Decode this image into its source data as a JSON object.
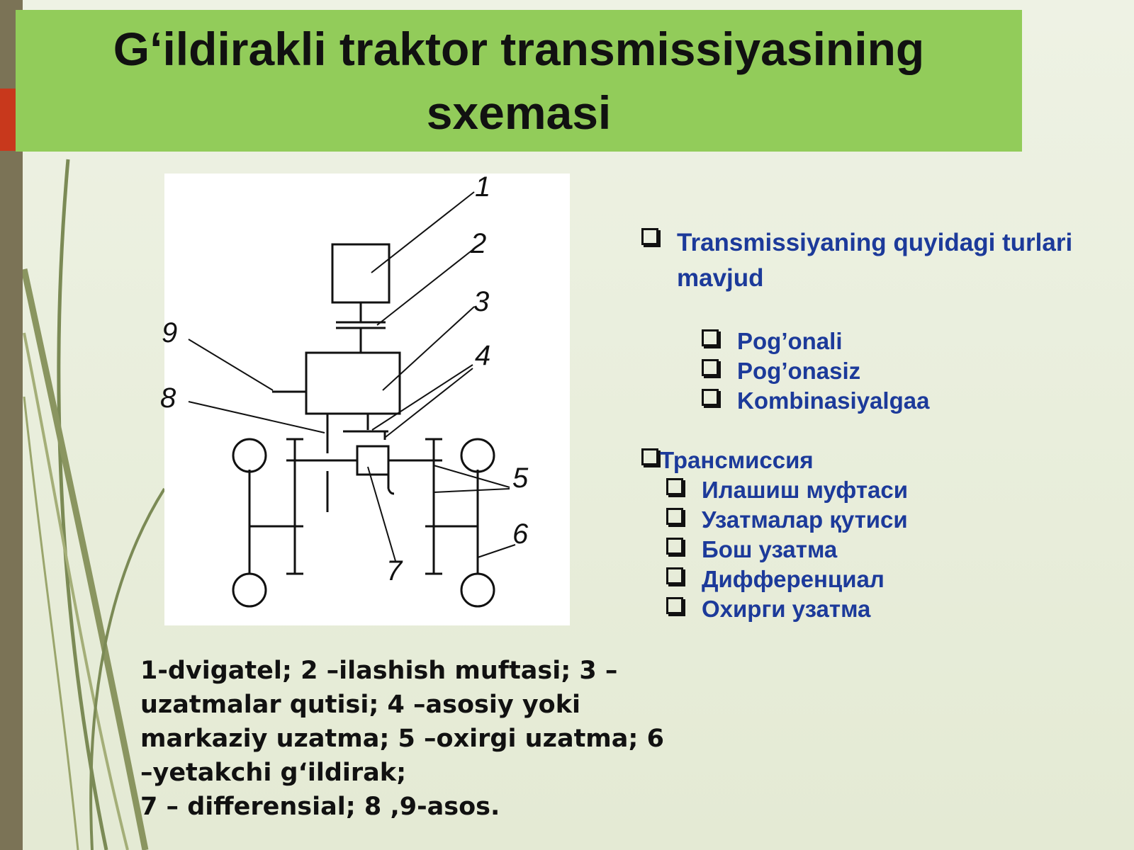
{
  "slide": {
    "title": "G‘ildirakli traktor transmissiyasining sxemasi",
    "colors": {
      "title_band": "#92cc5a",
      "background": "#e6ecd9",
      "left_bar": "#7b7356",
      "accent": "#c8381c",
      "bullet_text": "#1c3a9a"
    }
  },
  "diagram": {
    "labels": [
      "1",
      "2",
      "3",
      "4",
      "5",
      "6",
      "7",
      "8",
      "9"
    ]
  },
  "types_list": {
    "heading": "Transmissiyaning quyidagi turlari mavjud",
    "items": [
      "Pog’onali",
      "Pog’onasiz",
      "Kombinasiyalgaa"
    ]
  },
  "components_list": {
    "heading": "Трансмиссия",
    "items": [
      "Илашиш муфтаси",
      "Узатмалар қутиси",
      "Бош узатма",
      "Дифференциал",
      "Охирги узатма"
    ]
  },
  "caption": {
    "lines": [
      "1-dvigatel; 2 –ilashish muftasi; 3 –",
      "uzatmalar qutisi; 4 –asosiy yoki",
      "markaziy uzatma; 5 –oxirgi uzatma; 6",
      "–yetakchi g‘ildirak;",
      "7 – differensial; 8 ,9-asos."
    ]
  }
}
